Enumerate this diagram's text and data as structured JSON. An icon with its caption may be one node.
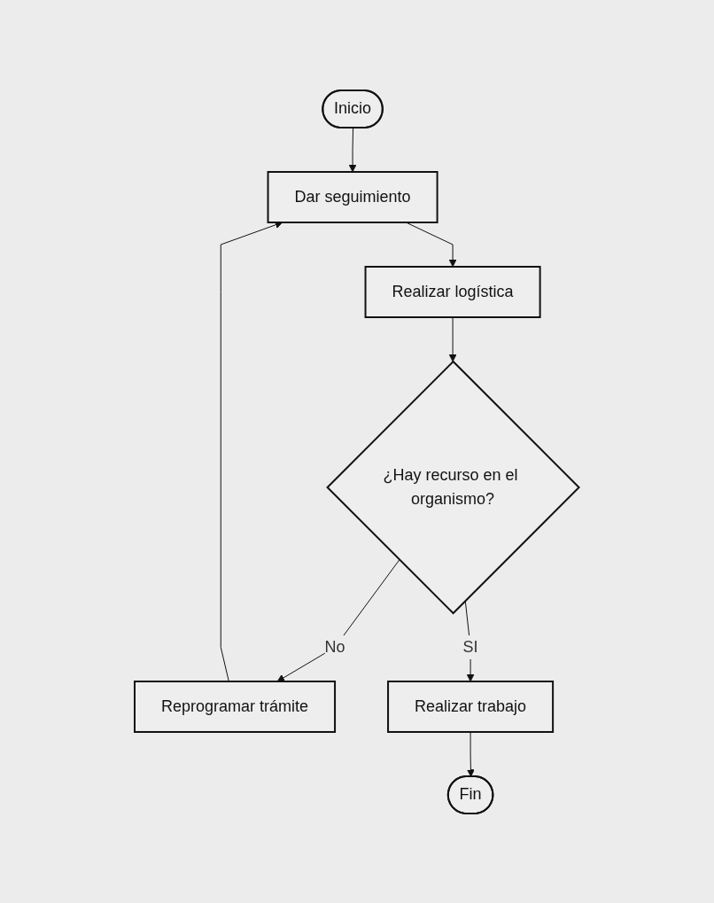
{
  "diagram": {
    "nodes": [
      {
        "text": [
          "Inicio"
        ]
      },
      {
        "text": [
          "Dar seguimiento"
        ]
      },
      {
        "text": [
          "Realizar logística"
        ]
      },
      {
        "text": [
          "¿Hay recurso en el organismo?"
        ]
      },
      {
        "text": [
          "Reprogramar trámite"
        ]
      },
      {
        "text": [
          "Realizar trabajo"
        ]
      },
      {
        "text": [
          "Fin"
        ]
      }
    ],
    "edges": [
      {
        "from": 0,
        "to": 1,
        "arrow": "to"
      },
      {
        "from": 1,
        "to": 2,
        "arrow": "to"
      },
      {
        "from": 2,
        "to": 3,
        "arrow": "to"
      },
      {
        "from": 3,
        "to": 4,
        "label": "No",
        "arrow": "to"
      },
      {
        "from": 4,
        "to": 1,
        "arrow": "to"
      },
      {
        "from": 3,
        "to": 5,
        "label": "SI",
        "arrow": "to"
      },
      {
        "from": 5,
        "to": 6,
        "arrow": "to"
      }
    ]
  }
}
